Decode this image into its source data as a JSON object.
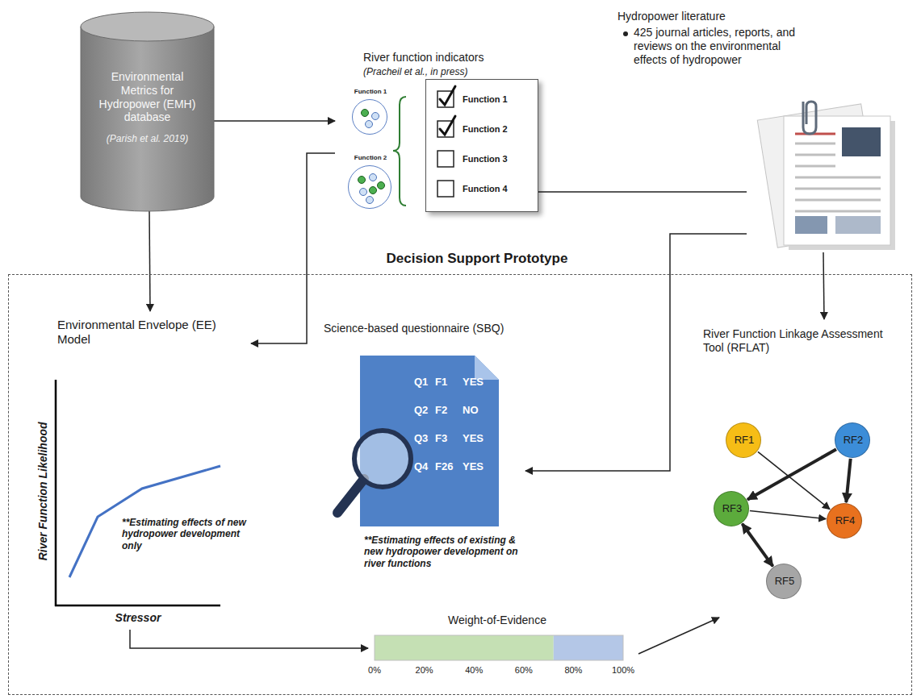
{
  "diagram": {
    "nodes": [
      {
        "text": [
          "Environmental Metrics for Hydropower (EMH) database",
          "(Parish et al. 2019)"
        ]
      },
      {
        "text": [
          "River function indicators",
          "(Pracheil et al., in press)"
        ]
      },
      {
        "text": [
          "Function 1"
        ],
        "in": 1
      },
      {
        "text": [
          "Function 2"
        ],
        "in": 1
      },
      {
        "text": [
          "Function 1",
          "Function 2",
          "Function 3",
          "Function 4"
        ],
        "in": 1
      },
      {
        "text": [
          "Hydropower literature",
          "425 journal articles, reports, and reviews on the environmental effects of hydropower"
        ]
      },
      {
        "text": [
          "Decision Support Prototype"
        ]
      },
      {
        "text": [
          "Environmental Envelope (EE) Model",
          "River Function Likelihood",
          "Stressor",
          "**Estimating effects of new hydropower development only"
        ],
        "in": 6
      },
      {
        "text": [
          "Science-based questionnaire (SBQ)",
          "Q1",
          "F1",
          "YES",
          "Q2",
          "F2",
          "NO",
          "Q3",
          "F3",
          "YES",
          "Q4",
          "F26",
          "YES",
          "**Estimating effects of existing & new hydropower development on river functions"
        ],
        "in": 6
      },
      {
        "text": [
          "Weight-of-Evidence",
          "0%",
          "20%",
          "40%",
          "60%",
          "80%",
          "100%"
        ],
        "in": 6
      },
      {
        "text": [
          "River Function Linkage Assessment Tool (RFLAT)"
        ],
        "in": 6
      },
      {
        "text": [
          "RF1"
        ],
        "in": 10
      },
      {
        "text": [
          "RF2"
        ],
        "in": 10
      },
      {
        "text": [
          "RF3"
        ],
        "in": 10
      },
      {
        "text": [
          "RF4"
        ],
        "in": 10
      },
      {
        "text": [
          "RF5"
        ],
        "in": 10
      }
    ],
    "edges": [
      {
        "from": 0,
        "to": 1,
        "arrow": "to"
      },
      {
        "from": 0,
        "to": 7,
        "arrow": "to"
      },
      {
        "from": 1,
        "to": 7,
        "arrow": "to"
      },
      {
        "from": 4,
        "to": 5,
        "arrow": "none"
      },
      {
        "from": 5,
        "to": 8,
        "arrow": "to"
      },
      {
        "from": 5,
        "to": 10,
        "arrow": "to"
      },
      {
        "from": 7,
        "to": 9,
        "arrow": "to"
      },
      {
        "from": 9,
        "to": 10,
        "arrow": "to"
      },
      {
        "from": 11,
        "to": 14,
        "arrow": "to"
      },
      {
        "from": 12,
        "to": 13,
        "arrow": "to"
      },
      {
        "from": 12,
        "to": 14,
        "arrow": "to"
      },
      {
        "from": 13,
        "to": 14,
        "arrow": "to"
      },
      {
        "from": 13,
        "to": 15,
        "arrow": "both"
      }
    ]
  }
}
